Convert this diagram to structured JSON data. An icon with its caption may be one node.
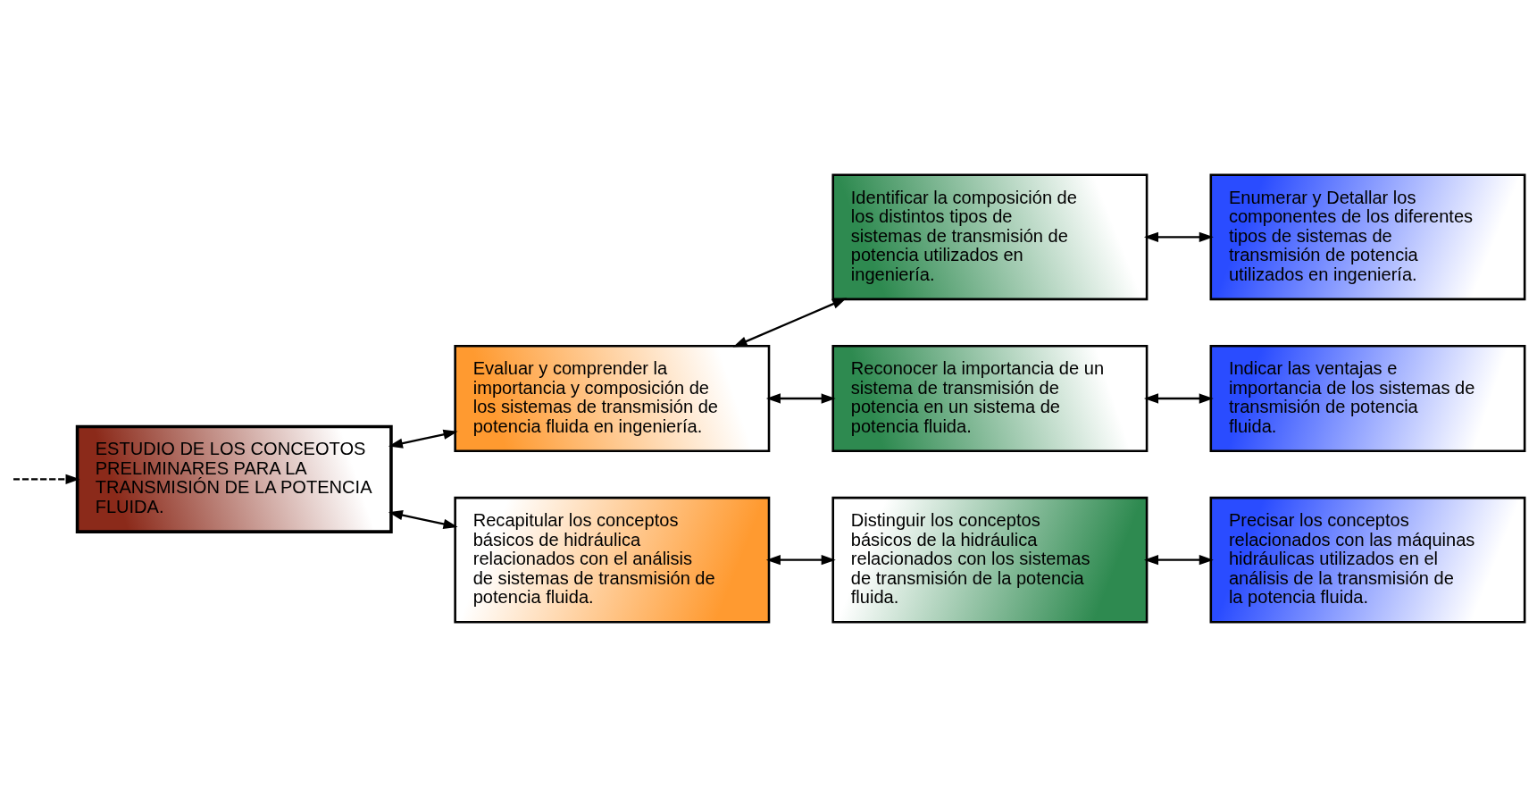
{
  "diagram": {
    "nodes": [
      {
        "text": [
          "ESTUDIO DE LOS CONCEOTOS PRELIMINARES PARA LA TRANSMISIÓN DE LA POTENCIA FLUIDA."
        ]
      },
      {
        "text": [
          "Evaluar y comprender la importancia y composición de los sistemas de transmisión de potencia fluida en ingeniería."
        ]
      },
      {
        "text": [
          "Identificar la composición de los distintos tipos de sistemas de transmisión de potencia utilizados en ingeniería."
        ]
      },
      {
        "text": [
          "Enumerar y Detallar los componentes de los diferentes tipos de sistemas de transmisión de potencia utilizados en ingeniería."
        ]
      },
      {
        "text": [
          "Reconocer la importancia de un sistema de transmisión de potencia en un sistema de potencia fluida."
        ]
      },
      {
        "text": [
          "Indicar las ventajas e importancia de los sistemas de transmisión de potencia fluida."
        ]
      },
      {
        "text": [
          "Recapitular los conceptos básicos de hidráulica relacionados con el análisis de sistemas de transmisión de potencia fluida."
        ]
      },
      {
        "text": [
          "Distinguir los conceptos básicos de la hidráulica relacionados con los sistemas de transmisión de la potencia fluida."
        ]
      },
      {
        "text": [
          "Precisar los conceptos relacionados con las máquinas hidráulicas utilizados en el análisis de la transmisión de la potencia fluida."
        ]
      }
    ],
    "edges": [
      {
        "from": 0,
        "to": 1,
        "arrow": "both"
      },
      {
        "from": 1,
        "to": 2,
        "arrow": "both"
      },
      {
        "from": 2,
        "to": 3,
        "arrow": "both"
      },
      {
        "from": 1,
        "to": 4,
        "arrow": "both"
      },
      {
        "from": 4,
        "to": 5,
        "arrow": "both"
      },
      {
        "from": 0,
        "to": 6,
        "arrow": "both"
      },
      {
        "from": 6,
        "to": 7,
        "arrow": "both"
      },
      {
        "from": 7,
        "to": 8,
        "arrow": "both"
      },
      {
        "from": null,
        "to": 0,
        "arrow": "to",
        "style": "dashed"
      }
    ]
  }
}
